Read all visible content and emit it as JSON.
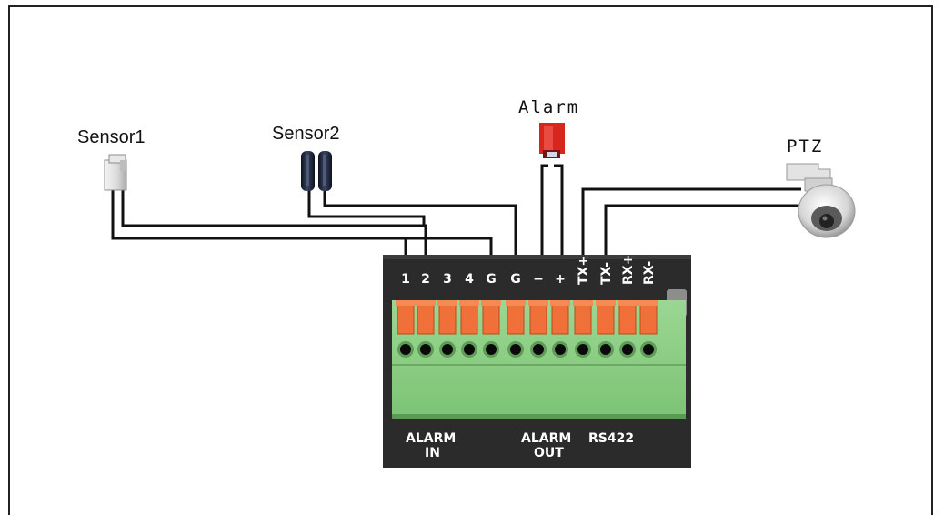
{
  "devices": {
    "sensor1": "Sensor1",
    "sensor2": "Sensor2",
    "alarm": "Alarm",
    "ptz": "PTZ"
  },
  "terminals": [
    "1",
    "2",
    "3",
    "4",
    "G",
    "G",
    "−",
    "+",
    "TX+",
    "TX-",
    "RX+",
    "RX-"
  ],
  "groups": {
    "alarm_in_line1": "ALARM",
    "alarm_in_line2": "IN",
    "alarm_out_line1": "ALARM",
    "alarm_out_line2": "OUT",
    "rs422": "RS422"
  },
  "colors": {
    "panel": "#2b2b2b",
    "terminal_block": "#8ecf8a",
    "lever": "#f0703a",
    "alarm_body": "#d8261f",
    "sensor2_body": "#1d2436"
  }
}
